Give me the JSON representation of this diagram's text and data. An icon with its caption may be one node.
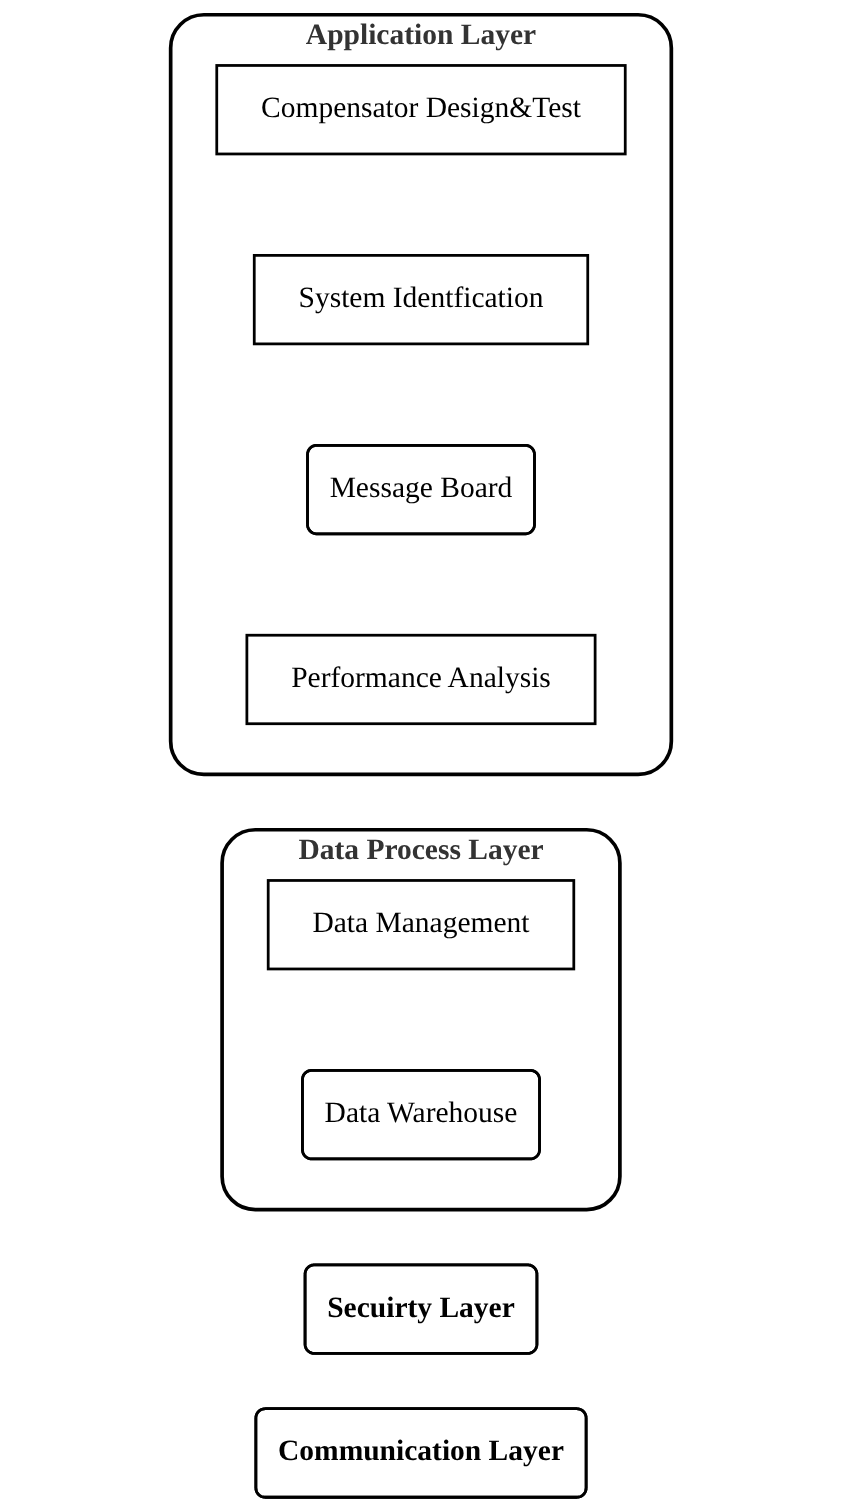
{
  "diagram": {
    "nodes": [
      {
        "text": [
          "Application Layer"
        ]
      },
      {
        "text": [
          "Compensator Design&Test"
        ],
        "in": 0
      },
      {
        "text": [
          "System Identfication"
        ],
        "in": 0
      },
      {
        "text": [
          "Message Board"
        ],
        "in": 0
      },
      {
        "text": [
          "Performance Analysis"
        ],
        "in": 0
      },
      {
        "text": [
          "Data Process Layer"
        ]
      },
      {
        "text": [
          "Data Management"
        ],
        "in": 5
      },
      {
        "text": [
          "Data Warehouse"
        ],
        "in": 5
      },
      {
        "text": [
          "Secuirty Layer"
        ]
      },
      {
        "text": [
          "Communication Layer"
        ]
      }
    ]
  }
}
